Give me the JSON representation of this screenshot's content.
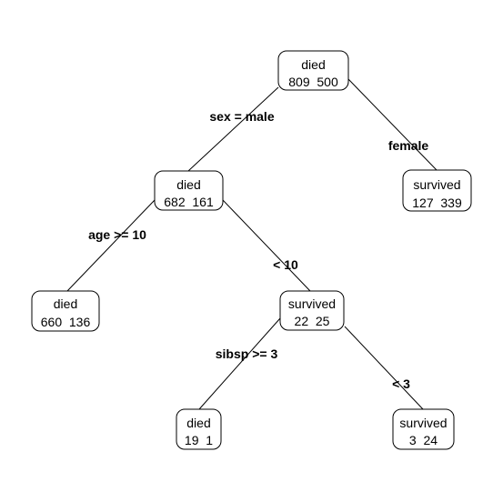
{
  "nodes": {
    "root": {
      "class": "died",
      "counts": "809  500"
    },
    "n_male": {
      "class": "died",
      "counts": "682  161"
    },
    "n_female": {
      "class": "survived",
      "counts": "127  339"
    },
    "n_age_hi": {
      "class": "died",
      "counts": "660  136"
    },
    "n_age_lo": {
      "class": "survived",
      "counts": "22  25"
    },
    "n_sib_hi": {
      "class": "died",
      "counts": "19  1"
    },
    "n_sib_lo": {
      "class": "survived",
      "counts": "3  24"
    }
  },
  "splits": {
    "root_left": "sex = male",
    "root_right": "female",
    "male_left": "age >= 10",
    "male_right": "< 10",
    "age_left": "sibsp >= 3",
    "age_right": "< 3"
  }
}
